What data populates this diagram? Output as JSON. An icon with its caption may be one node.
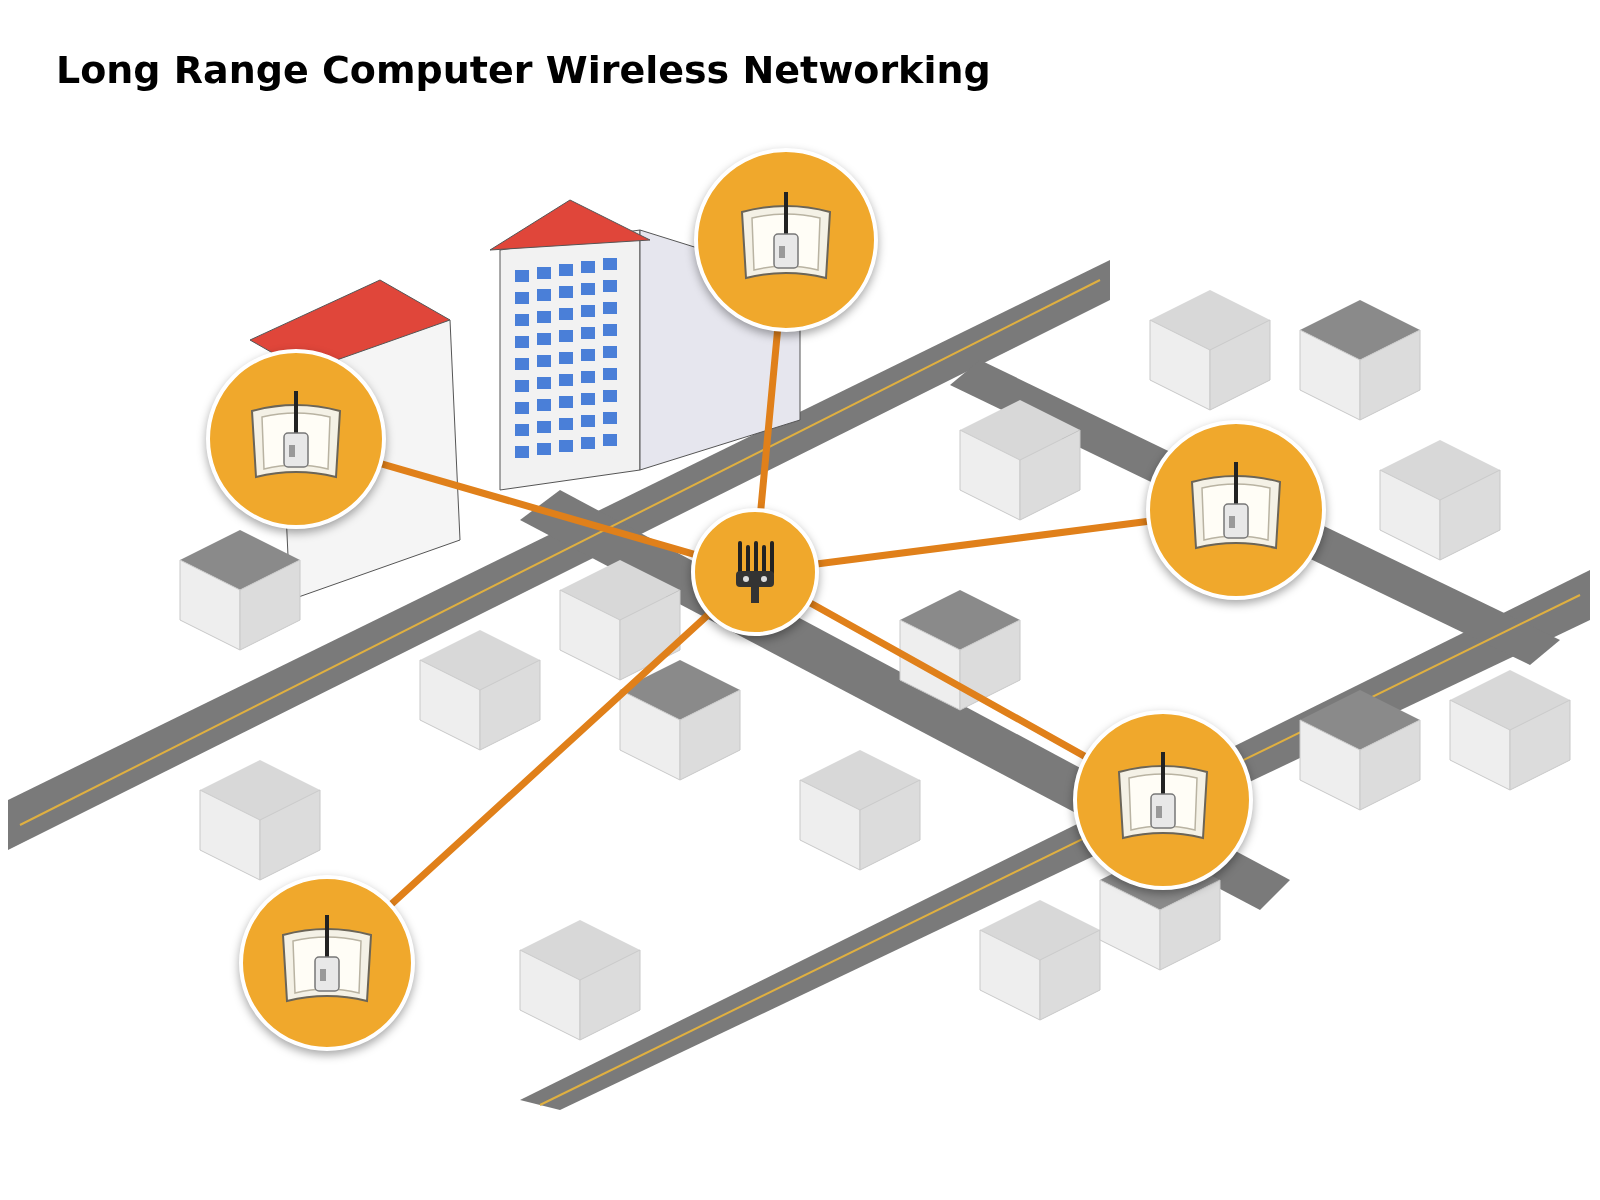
{
  "diagram": {
    "title": "Long Range Computer Wireless Networking",
    "nodes": [
      {
        "text": [],
        "shape": "picture"
      },
      {
        "text": [],
        "shape": "picture"
      },
      {
        "text": [],
        "shape": "picture"
      },
      {
        "text": [],
        "shape": "picture"
      },
      {
        "text": [],
        "shape": "picture"
      },
      {
        "text": [],
        "shape": "picture"
      }
    ],
    "edges": [
      {
        "from": 0,
        "to": 1,
        "arrow": "none"
      },
      {
        "from": 0,
        "to": 2,
        "arrow": "none"
      },
      {
        "from": 0,
        "to": 3,
        "arrow": "none"
      },
      {
        "from": 0,
        "to": 4,
        "arrow": "none"
      },
      {
        "from": 0,
        "to": 5,
        "arrow": "none"
      }
    ]
  }
}
